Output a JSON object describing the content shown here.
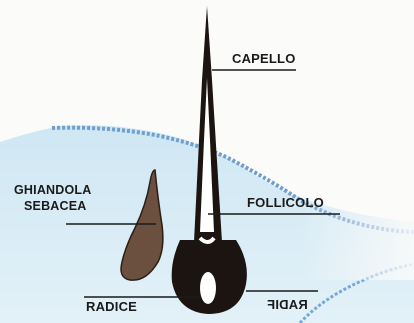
{
  "labels": {
    "hair": "CAPELLO",
    "sebaceous_gland_line1": "GHIANDOLA",
    "sebaceous_gland_line2": "SEBACEA",
    "follicle": "FOLLICOLO",
    "root": "RADICE",
    "mirrored_text": "RADIF"
  },
  "colors": {
    "hair": "#1c1410",
    "gland": "#6b5040",
    "skin_light": "#cfe7f3",
    "skin_edge": "#6f9fcf",
    "leader_line": "#1a1a1a"
  }
}
